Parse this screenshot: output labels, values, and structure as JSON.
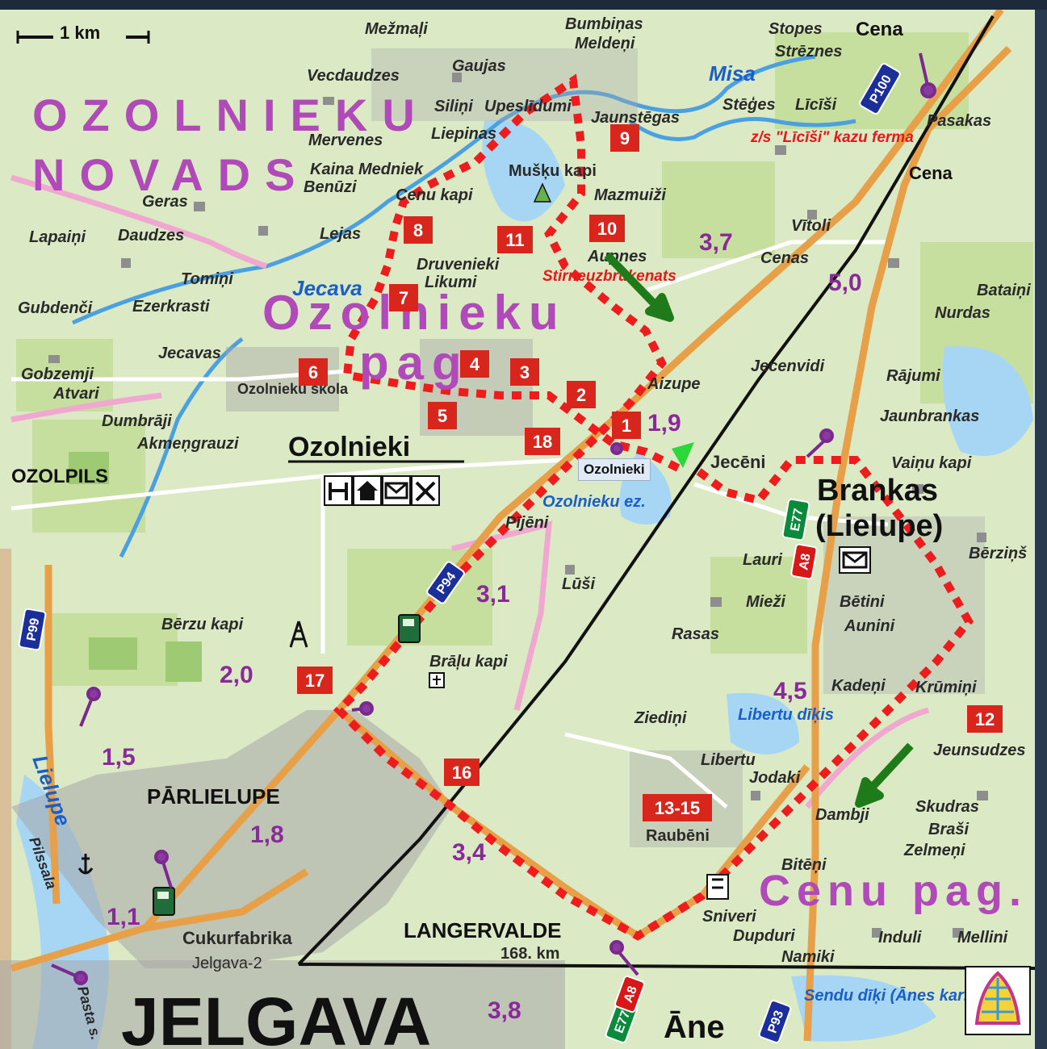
{
  "map": {
    "scale_label": "1 km",
    "station_label": "Ozolnieki",
    "regions": [
      {
        "name": "ozolnieku",
        "text": "OZOLNIEKU"
      },
      {
        "name": "novads",
        "text": "NOVADS"
      },
      {
        "name": "ozolnieku-pag-1",
        "text": "Ozolnieku"
      },
      {
        "name": "ozolnieku-pag-2",
        "text": "pag"
      },
      {
        "name": "cenu-pag",
        "text": "Cenu pag."
      }
    ],
    "towns": [
      {
        "name": "ozolnieki",
        "text": "Ozolnieki"
      },
      {
        "name": "jelgava",
        "text": "JELGAVA"
      },
      {
        "name": "brankas",
        "text": "Brankas"
      },
      {
        "name": "lielupe-town",
        "text": "(Lielupe)"
      },
      {
        "name": "ozolpils",
        "text": "OZOLPILS"
      },
      {
        "name": "parlielupe",
        "text": "PĀRLIELUPE"
      },
      {
        "name": "langervalde",
        "text": "LANGERVALDE"
      },
      {
        "name": "ane",
        "text": "Āne"
      },
      {
        "name": "cena",
        "text": "Cena"
      },
      {
        "name": "cena-2",
        "text": "Cena"
      }
    ],
    "place_labels": [
      "Mežmaļi",
      "Bumbiņas",
      "Meldeņi",
      "Gaujas",
      "Vecdaudzes",
      "Stopes",
      "Strēznes",
      "Misa",
      "Siliņi",
      "Upeslīdumi",
      "Jaunstēgas",
      "Liepinas",
      "Stēģes",
      "Līcīši",
      "Pasakas",
      "Mervenes",
      "Kaina Medniek",
      "Mušķu kapi",
      "Benūzi",
      "Geras",
      "Cenu kapi",
      "Mazmuiži",
      "Vītoli",
      "Lapaiņi",
      "Daudzes",
      "Lejas",
      "Druvenieki",
      "Likumi",
      "Aupnes",
      "Cenas",
      "Tomiņi",
      "Gubdenči",
      "Ezerkrasti",
      "Bataiņi",
      "Nurdas",
      "Jecavas",
      "Ozolnieku skola",
      "Aizupe",
      "Jecenvidi",
      "Rājumi",
      "Gobzemji",
      "Atvari",
      "Dumbrāji",
      "Akmeņgrauzi",
      "Jaunbrankas",
      "Jecēni",
      "Vaiņu kapi",
      "Pījēni",
      "Ozolnieku ez.",
      "Lauri",
      "Bērziņš",
      "Mieži",
      "Bētini",
      "Lūši",
      "Aunini",
      "Bērzu kapi",
      "Rasas",
      "Brāļu kapi",
      "Kadeņi",
      "Krūmiņi",
      "Ziediņi",
      "Libertu dīķis",
      "Jeunsudzes",
      "Libertu",
      "Jodaki",
      "Skudras",
      "Braši",
      "Dambji",
      "Zelmeņi",
      "Raubēni",
      "Bitēņi",
      "Cukurfabrika",
      "Jelgava-2",
      "168. km",
      "Sniveri",
      "Dupduri",
      "Namiki",
      "Induli",
      "Mellini",
      "Sendu dīķi (Ānes kari)",
      "Pilssala",
      "Pasta s.",
      "Lielupe",
      "Jecava"
    ],
    "red_labels": [
      "z/s \"Līcīši\" kazu ferma",
      "Stirneuzbrūkenats"
    ],
    "distances": [
      "3,7",
      "5,0",
      "1,9",
      "3,1",
      "2,0",
      "1,5",
      "1,8",
      "1,1",
      "3,4",
      "4,5",
      "3,8"
    ],
    "road_labels": [
      "P100",
      "P99",
      "P94",
      "E77",
      "A8",
      "P93"
    ],
    "route_markers": [
      "1",
      "2",
      "3",
      "4",
      "5",
      "6",
      "7",
      "8",
      "9",
      "10",
      "11",
      "12",
      "13-15",
      "16",
      "17",
      "18"
    ],
    "colors": {
      "land": "#dbe9c4",
      "forest": "#c6df9e",
      "urban": "#a8a8a8",
      "water": "#a6d6f4",
      "river": "#4aa0e0",
      "road_main": "#e8a048",
      "route": "#ee1c1c",
      "boundary": "#f0a8d0",
      "marker": "#d8261c"
    },
    "icons": [
      "direction-arrow-icon",
      "start-flag-icon",
      "church-icon",
      "cemetery-icon",
      "post-office-icon",
      "school-icon",
      "fuel-station-icon",
      "anchor-icon",
      "logo-icon"
    ]
  }
}
